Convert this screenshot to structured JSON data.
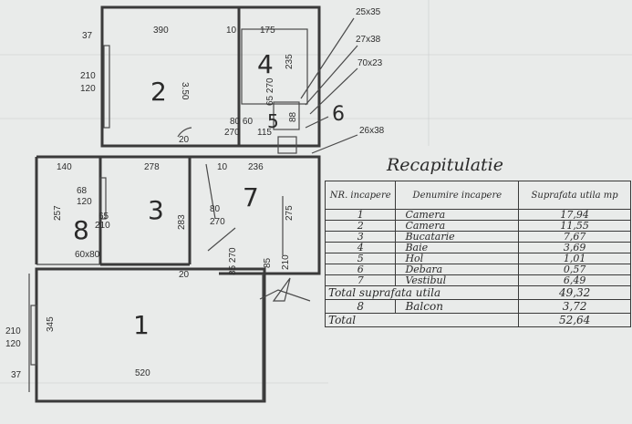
{
  "floorplan": {
    "dimensions": {
      "d_390": "390",
      "d_175": "175",
      "d_37_top": "37",
      "d_10": "10",
      "d_25x35": "25x35",
      "d_27x38": "27x38",
      "d_70x23": "70x23",
      "d_26x38": "26x38",
      "d_210_120_a": "210",
      "d_120_a": "120",
      "d_350": "3.50",
      "d_235": "235",
      "d_80_60": "80 60",
      "d_270_a": "270",
      "d_115": "115",
      "d_65_270": "65 270",
      "d_88": "88",
      "d_20": "20",
      "d_140": "140",
      "d_278": "278",
      "d_236": "236",
      "d_10b": "10",
      "d_68": "68",
      "d_120_b": "120",
      "d_257": "257",
      "d_65": "65",
      "d_210_b": "210",
      "d_283": "283",
      "d_80": "80",
      "d_270_b": "270",
      "d_275": "275",
      "d_60x80": "60x80",
      "d_20b": "20",
      "d_85_270": "85 270",
      "d_85": "85",
      "d_210_c": "210",
      "d_345": "345",
      "d_210_120_c": "210",
      "d_120_c": "120",
      "d_520": "520",
      "d_37_bottom": "37"
    },
    "rooms": {
      "r1": "1",
      "r2": "2",
      "r3": "3",
      "r4": "4",
      "r5": "5",
      "r6": "6",
      "r7": "7",
      "r8": "8"
    }
  },
  "recap": {
    "title": "Recapitulatie",
    "headers": [
      "NR. incapere",
      "Denumire incapere",
      "Suprafata utila mp"
    ],
    "rows": [
      [
        "1",
        "Camera",
        "17,94"
      ],
      [
        "2",
        "Camera",
        "11,55"
      ],
      [
        "3",
        "Bucatarie",
        "7,67"
      ],
      [
        "4",
        "Baie",
        "3,69"
      ],
      [
        "5",
        "Hol",
        "1,01"
      ],
      [
        "6",
        "Debara",
        "0,57"
      ],
      [
        "7",
        "Vestibul",
        "6,49"
      ]
    ],
    "total_util_label": "Total suprafata utila",
    "total_util_value": "49,32",
    "balcony_nr": "8",
    "balcony_name": "Balcon",
    "balcony_value": "3,72",
    "total_label": "Total",
    "total_value": "52,64"
  }
}
